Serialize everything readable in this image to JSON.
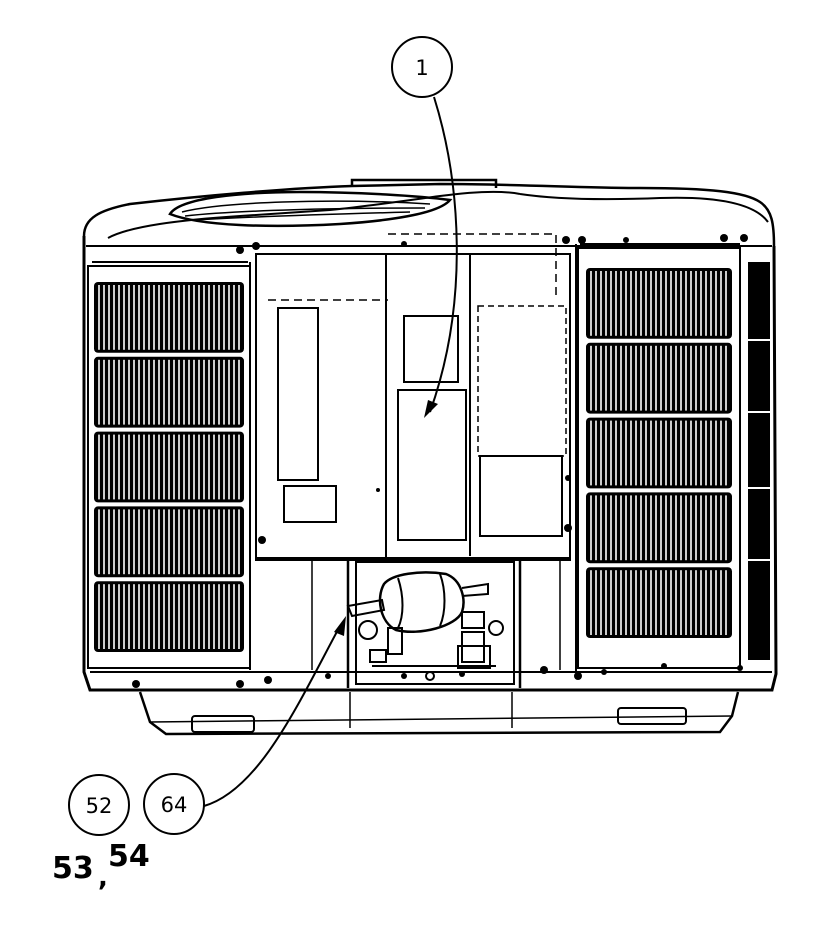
{
  "figure": {
    "background": "#ffffff",
    "line_color": "#000000",
    "callouts": {
      "part_1": "1",
      "part_52": "52",
      "part_64": "64"
    },
    "handwritten_note": {
      "left": "53",
      "separator": ",",
      "right": "54"
    }
  }
}
